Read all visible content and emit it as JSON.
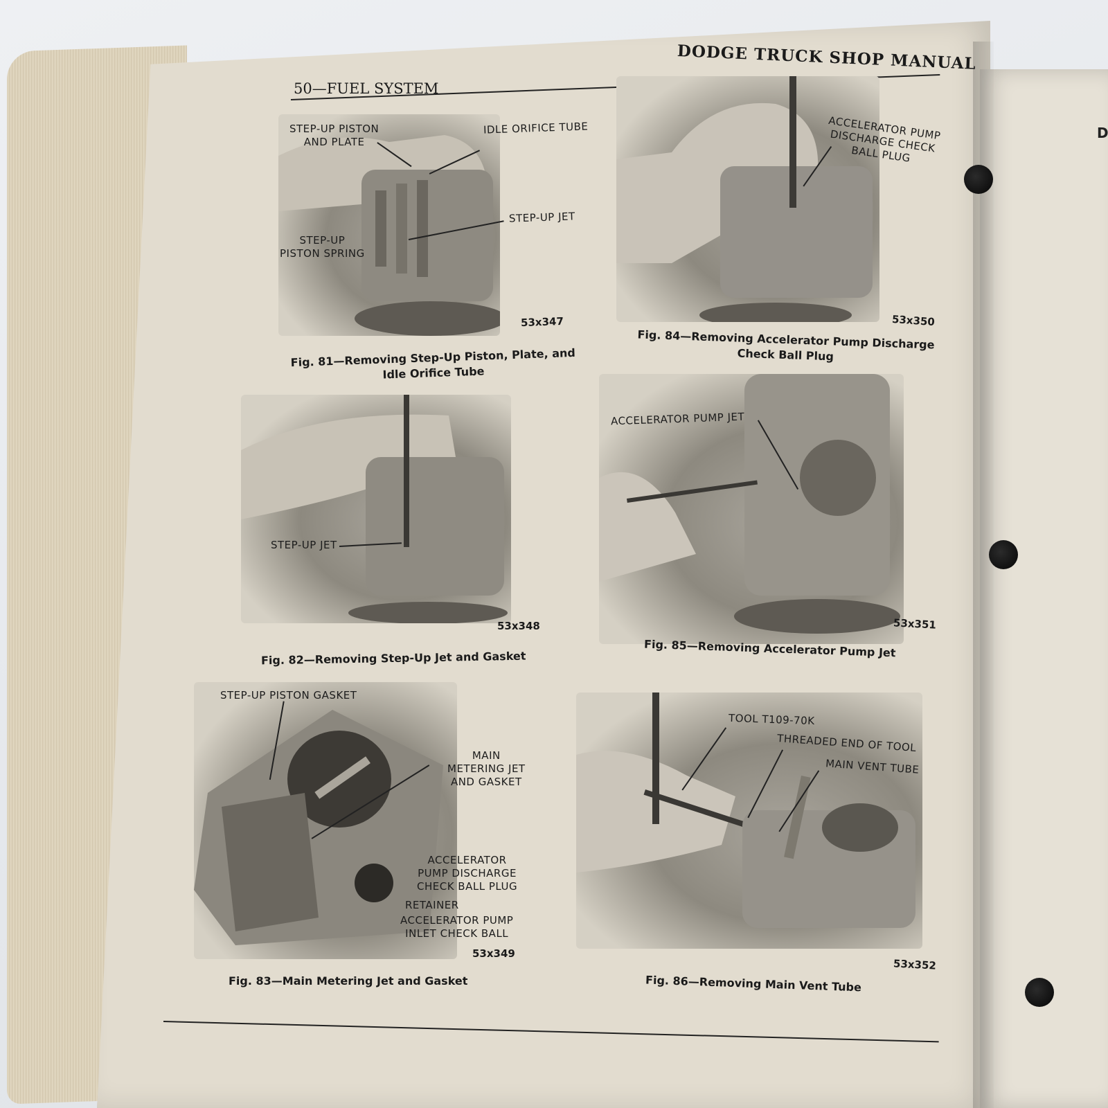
{
  "header": {
    "title": "DODGE TRUCK SHOP MANUAL",
    "section": "50—FUEL SYSTEM"
  },
  "right_page": {
    "edge_letter": "D"
  },
  "figures": {
    "fig81": {
      "number": "53x347",
      "caption_line1": "Fig. 81—Removing Step-Up Piston, Plate, and",
      "caption_line2": "Idle Orifice Tube",
      "callouts": {
        "step_up_piston_plate_1": "STEP-UP PISTON",
        "step_up_piston_plate_2": "AND PLATE",
        "idle_orifice_tube": "IDLE ORIFICE TUBE",
        "step_up_jet": "STEP-UP JET",
        "step_up_piston_spring_1": "STEP-UP",
        "step_up_piston_spring_2": "PISTON SPRING"
      }
    },
    "fig82": {
      "number": "53x348",
      "caption": "Fig. 82—Removing Step-Up Jet and Gasket",
      "callouts": {
        "step_up_jet": "STEP-UP JET"
      }
    },
    "fig83": {
      "number": "53x349",
      "caption": "Fig. 83—Main Metering Jet and Gasket",
      "callouts": {
        "step_up_piston_gasket": "STEP-UP PISTON GASKET",
        "main_metering_1": "MAIN",
        "main_metering_2": "METERING JET",
        "main_metering_3": "AND GASKET",
        "accel_pump_discharge_1": "ACCELERATOR",
        "accel_pump_discharge_2": "PUMP DISCHARGE",
        "accel_pump_discharge_3": "CHECK BALL PLUG",
        "retainer": "RETAINER",
        "accel_pump_inlet_1": "ACCELERATOR PUMP",
        "accel_pump_inlet_2": "INLET CHECK BALL"
      }
    },
    "fig84": {
      "number": "53x350",
      "caption_line1": "Fig. 84—Removing Accelerator Pump Discharge",
      "caption_line2": "Check Ball Plug",
      "callouts": {
        "line1": "ACCELERATOR PUMP",
        "line2": "DISCHARGE CHECK",
        "line3": "BALL PLUG"
      }
    },
    "fig85": {
      "number": "53x351",
      "caption": "Fig. 85—Removing Accelerator Pump Jet",
      "callouts": {
        "accel_pump_jet": "ACCELERATOR PUMP JET"
      }
    },
    "fig86": {
      "number": "53x352",
      "caption": "Fig. 86—Removing Main Vent Tube",
      "callouts": {
        "tool": "TOOL T109-70K",
        "threaded_end": "THREADED END OF TOOL",
        "main_vent_tube": "MAIN VENT TUBE"
      }
    }
  },
  "colors": {
    "paper": "#e2dccf",
    "ink": "#1a1a1a",
    "metal": "#9a968d"
  }
}
